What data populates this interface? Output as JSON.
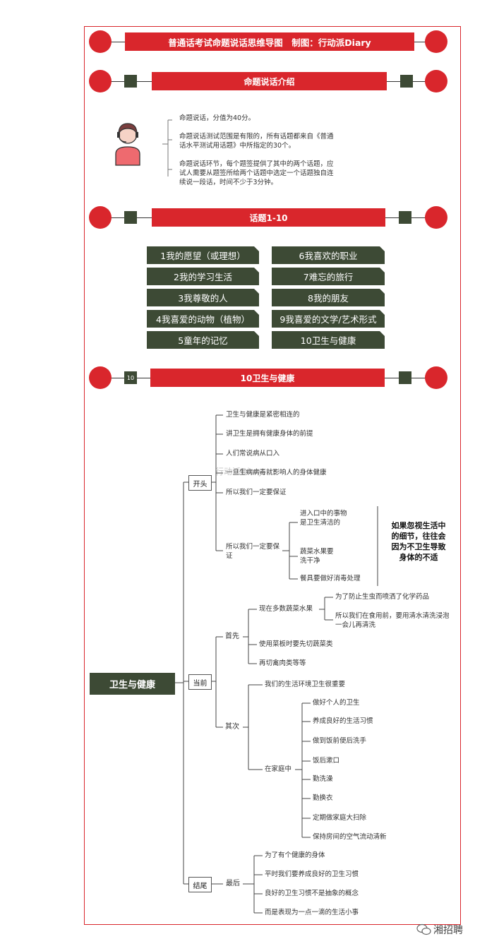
{
  "header": {
    "title": "普通话考试命题说话思维导图　制图：行动派Diary"
  },
  "section1": {
    "title": "命题说话介绍",
    "paragraphs": [
      "命题说话，分值为40分。",
      "命题说话测试范围是有限的，所有话题都来自《普通话水平测试用话题》中所指定的30个。",
      "命题说话环节，每个题签提供了其中的两个话题，应试人需要从题签所给两个话题中选定一个话题独自连续说一段话，时间不少于3分钟。"
    ]
  },
  "section2": {
    "title": "话题1-10",
    "topics": [
      "1我的愿望（或理想）",
      "6我喜欢的职业",
      "2我的学习生活",
      "7难忘的旅行",
      "3我尊敬的人",
      "8我的朋友",
      "4我喜爱的动物（植物）",
      "9我喜爱的文学/艺术形式",
      "5童年的记忆",
      "10卫生与健康"
    ]
  },
  "section3": {
    "badge": "10",
    "title": "10卫生与健康",
    "root": "卫生与健康",
    "open": {
      "label": "开头",
      "items": [
        "卫生与健康是紧密相连的",
        "讲卫生是拥有健康身体的前提",
        "人们常说病从口入",
        "一旦生病病毒就影响人的身体健康",
        "所以我们一定要保证"
      ],
      "guarantee": "所以我们一定要保证",
      "sub": [
        "进入口中的事物是卫生清洁的",
        "蔬菜水果要洗干净",
        "餐具要做好消毒处理"
      ],
      "note": "如果忽视生活中的细节，往往会因为不卫生导致身体的不适"
    },
    "current": {
      "label": "当前",
      "first": {
        "label": "首先",
        "veg": "现在多数蔬菜水果",
        "veg_sub": [
          "为了防止生虫而喷洒了化学药品",
          "所以我们在食用前，要用清水清洗浸泡一会儿再清洗"
        ],
        "items": [
          "使用菜板时要先切蔬菜类",
          "再切禽肉类等等"
        ]
      },
      "second": {
        "label": "其次",
        "env": "我们的生活环境卫生很重要",
        "home": "在家庭中",
        "home_items": [
          "做好个人的卫生",
          "养成良好的生活习惯",
          "做到饭前便后洗手",
          "饭后漱口",
          "勤洗澡",
          "勤换衣",
          "定期做家庭大扫除",
          "保持房间的空气流动清新"
        ]
      }
    },
    "end": {
      "label": "结尾",
      "last": "最后",
      "items": [
        "为了有个健康的身体",
        "平时我们要养成良好的卫生习惯",
        "良好的卫生习惯不是抽象的概念",
        "而是表现为一点一滴的生活小事"
      ]
    }
  },
  "watermark": "行动派Diary",
  "footer_logo": "湘招聘"
}
